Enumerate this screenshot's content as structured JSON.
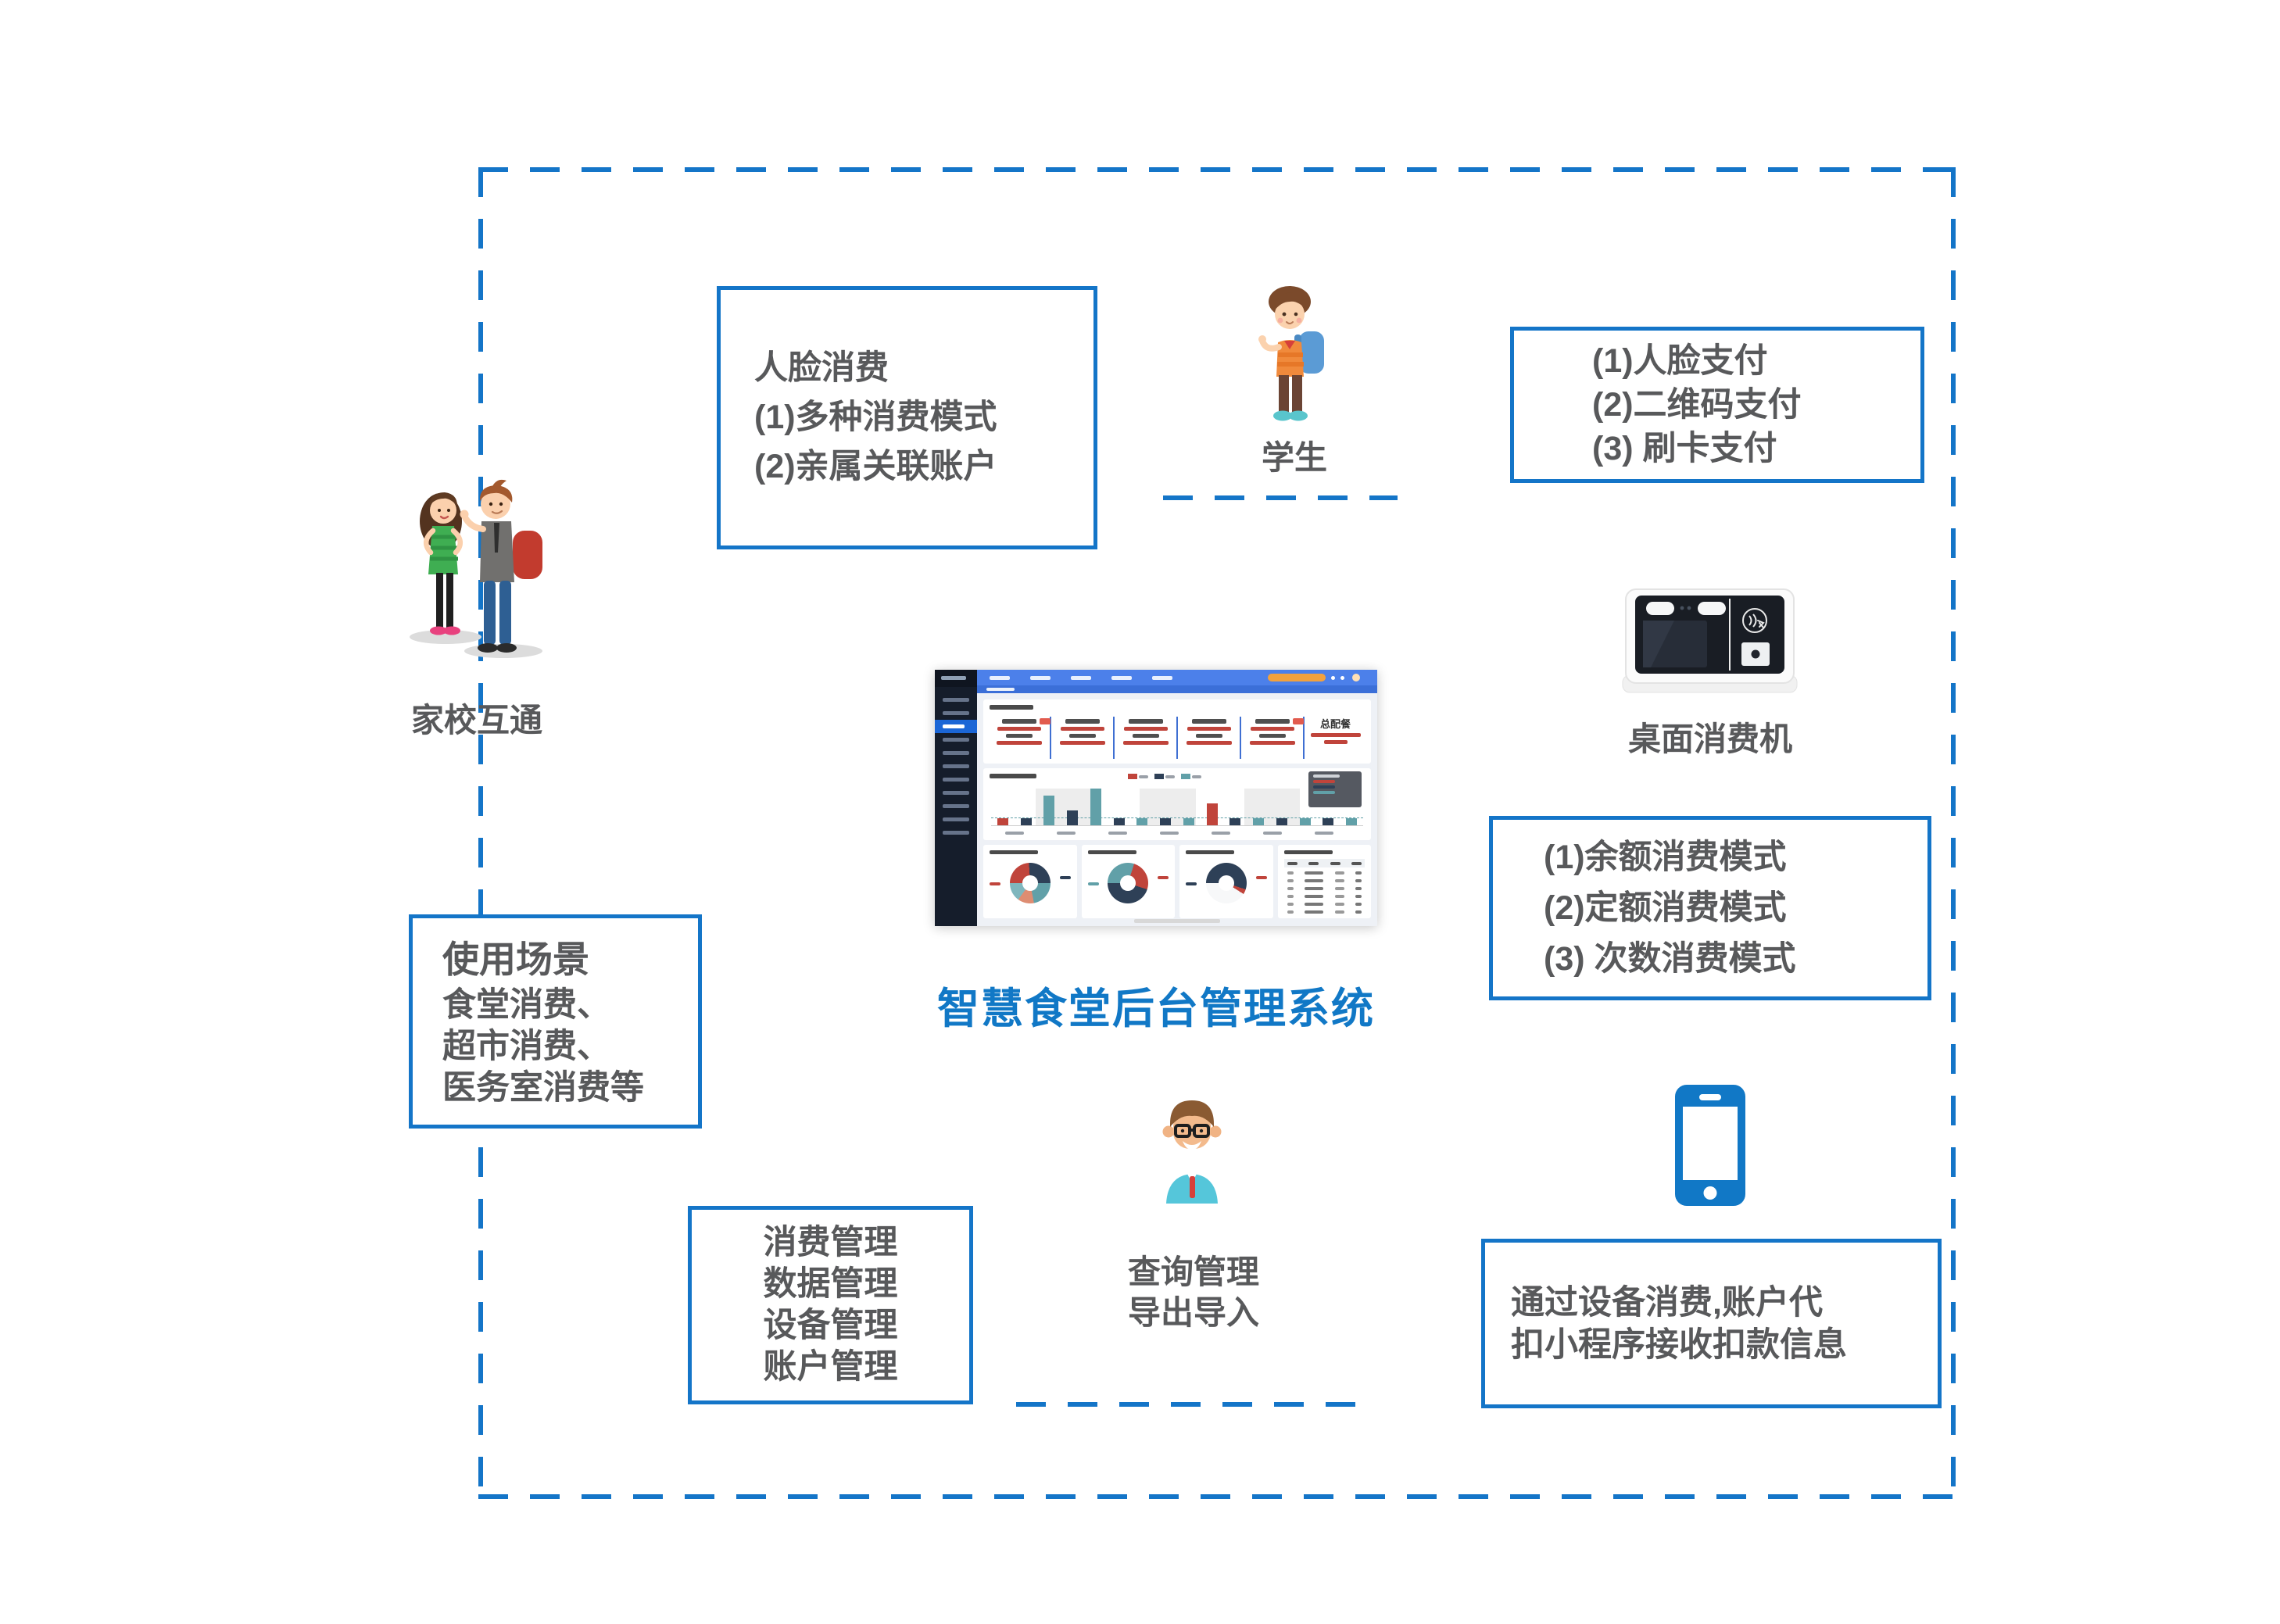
{
  "diagram": {
    "title": "智慧食堂后台管理系统",
    "boxes": {
      "face_consume": {
        "lines": [
          "人脸消费",
          "(1)多种消费模式",
          "(2)亲属关联账户"
        ]
      },
      "pay_methods": {
        "lines": [
          "(1)人脸支付",
          "(2)二维码支付",
          "(3) 刷卡支付"
        ]
      },
      "consume_modes": {
        "lines": [
          "(1)余额消费模式",
          "(2)定额消费模式",
          "(3) 次数消费模式"
        ]
      },
      "use_scene": {
        "heading": "使用场景",
        "lines": [
          "食堂消费、",
          "超市消费、",
          "医务室消费等"
        ]
      },
      "manage": {
        "lines": [
          "消费管理",
          "数据管理",
          "设备管理",
          "账户管理"
        ]
      },
      "miniprogram": {
        "lines": [
          "通过设备消费,账户代",
          "扣小程序接收扣款信息"
        ]
      }
    },
    "labels": {
      "student": "学生",
      "parents": "家校互通",
      "machine": "桌面消费机",
      "admin_line1": "查询管理",
      "admin_line2": "导出导入"
    },
    "colors": {
      "accent_blue": "#1475C8",
      "title_blue": "#1178C6",
      "text_gray": "#58595B"
    }
  },
  "dashboard": {
    "stats": {
      "highlight": "总配餐"
    },
    "palette": {
      "sidebar": "#151D2B",
      "logo": "#0F1520",
      "navbar": "#4C80EA",
      "breadcrumb": "#3B6FD8",
      "highlight": "#1B66D6",
      "bg": "#EEF1F6",
      "red": "#C0443B",
      "navy": "#2E4057",
      "teal": "#61A0A8",
      "orange": "#F2A13E",
      "divider": "#3F6FD2"
    },
    "sidebar_rows": 11,
    "sidebar_highlight": 2,
    "nav_items": 5,
    "stats_cols": 6,
    "stats_badge_cols": [
      0,
      4
    ],
    "chart": {
      "ymax": 5,
      "bars": [
        {
          "color": "red",
          "value": 1
        },
        {
          "color": "navy",
          "value": 1
        },
        {
          "color": "teal",
          "value": 4
        },
        {
          "color": "navy",
          "value": 2
        },
        {
          "color": "teal",
          "value": 5
        },
        {
          "color": "navy",
          "value": 1
        },
        {
          "color": "teal",
          "value": 1
        },
        {
          "color": "navy",
          "value": 1
        },
        {
          "color": "teal",
          "value": 1
        },
        {
          "color": "red",
          "value": 3
        },
        {
          "color": "navy",
          "value": 1
        },
        {
          "color": "teal",
          "value": 1
        },
        {
          "color": "navy",
          "value": 1
        },
        {
          "color": "teal",
          "value": 1
        },
        {
          "color": "navy",
          "value": 1
        },
        {
          "color": "teal",
          "value": 1
        }
      ],
      "reference_line_value": 1,
      "x_ticks": 7,
      "legend_colors": [
        "red",
        "navy",
        "teal"
      ],
      "bands": [
        [
          12,
          15
        ],
        [
          40,
          15
        ],
        [
          68,
          15
        ]
      ]
    },
    "donut1": [
      [
        "#C0443B",
        24
      ],
      [
        "#2E4057",
        26
      ],
      [
        "#61A0A8",
        22
      ],
      [
        "#DE8D72",
        13
      ],
      [
        "#7FB6BD",
        15
      ]
    ],
    "donut2": [
      [
        "#61A0A8",
        30
      ],
      [
        "#C0443B",
        25
      ],
      [
        "#2E4057",
        45
      ]
    ],
    "donut3": [
      [
        "#2E4057",
        55
      ],
      [
        "#C0443B",
        4
      ],
      [
        "#F7F8F9",
        41
      ]
    ],
    "table_rows": 6,
    "table_cols": 4
  }
}
